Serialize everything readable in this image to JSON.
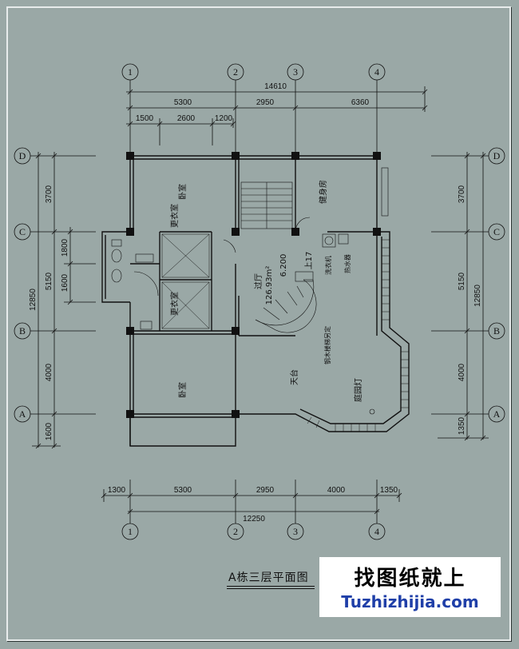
{
  "axes_top": [
    "1",
    "2",
    "3",
    "4"
  ],
  "axes_bottom": [
    "1",
    "2",
    "3",
    "4"
  ],
  "axes_left": [
    "D",
    "C",
    "B",
    "A"
  ],
  "axes_right": [
    "D",
    "C",
    "B",
    "A"
  ],
  "dims_top": {
    "total": "14610",
    "row2": [
      "5300",
      "2950",
      "6360"
    ],
    "row3": [
      "1500",
      "2600",
      "1200"
    ]
  },
  "dims_bottom": {
    "row1": [
      "1300",
      "5300",
      "2950",
      "4000",
      "1350"
    ],
    "total": "12250"
  },
  "dims_left": {
    "outer": "12850",
    "mid": [
      "3700",
      "5150",
      "4000",
      "1600"
    ],
    "inner": [
      "1800",
      "1600"
    ]
  },
  "dims_right": {
    "outer": "12850",
    "mid": [
      "3700",
      "5150",
      "4000",
      "1350"
    ]
  },
  "rooms": {
    "bedroom_top": "卧室",
    "closet_top": "更衣室",
    "closet_mid": "更衣室",
    "bedroom_bottom": "卧室",
    "hall": "过厅",
    "hall_area": "126.93m²",
    "gym": "健身房",
    "terrace": "天台",
    "elevation": "6.200",
    "stair_up": "上17",
    "washer": "洗衣机",
    "water_heater": "热水器",
    "stair_note": "钢木楼梯另定",
    "garden_light": "庭园灯"
  },
  "title": "A栋三层平面图",
  "watermark": {
    "cn": "找图纸就上",
    "en": "Tuzhizhijia.com"
  }
}
